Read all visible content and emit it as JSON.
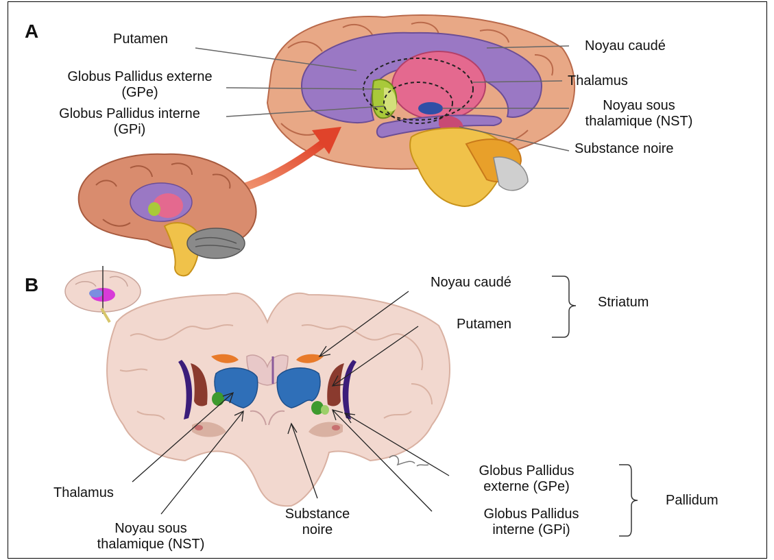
{
  "panels": {
    "a": "A",
    "b": "B"
  },
  "panel_a": {
    "putamen": "Putamen",
    "gpe_line1": "Globus Pallidus externe",
    "gpe_line2": "(GPe)",
    "gpi_line1": "Globus Pallidus interne",
    "gpi_line2": "(GPi)",
    "caudate": "Noyau caudé",
    "thalamus": "Thalamus",
    "nst_line1": "Noyau sous",
    "nst_line2": "thalamique (NST)",
    "substantia": "Substance noire"
  },
  "panel_b": {
    "caudate": "Noyau caudé",
    "putamen": "Putamen",
    "striatum": "Striatum",
    "thalamus": "Thalamus",
    "nst_line1": "Noyau sous",
    "nst_line2": "thalamique (NST)",
    "substantia_line1": "Substance",
    "substantia_line2": "noire",
    "gpe_line1": "Globus Pallidus",
    "gpe_line2": "externe (GPe)",
    "gpi_line1": "Globus Pallidus",
    "gpi_line2": "interne (GPi)",
    "pallidum": "Pallidum"
  },
  "colors": {
    "cortex": "#d98c6e",
    "caudate": "#9a78c4",
    "thalamus": "#e4698f",
    "gpe": "#a9c93a",
    "stn": "#2f4fa6",
    "substantia": "#c84a74",
    "brainstem": "#f0c24a",
    "slice_tissue": "#f2d8cf",
    "slice_thalamus": "#2f6fb8",
    "slice_caudate": "#e87a2a",
    "slice_putamen": "#8a3a2e",
    "slice_gp": "#3e9a2e",
    "slice_insula": "#3b1d7a",
    "arrow": "#e0432a"
  }
}
